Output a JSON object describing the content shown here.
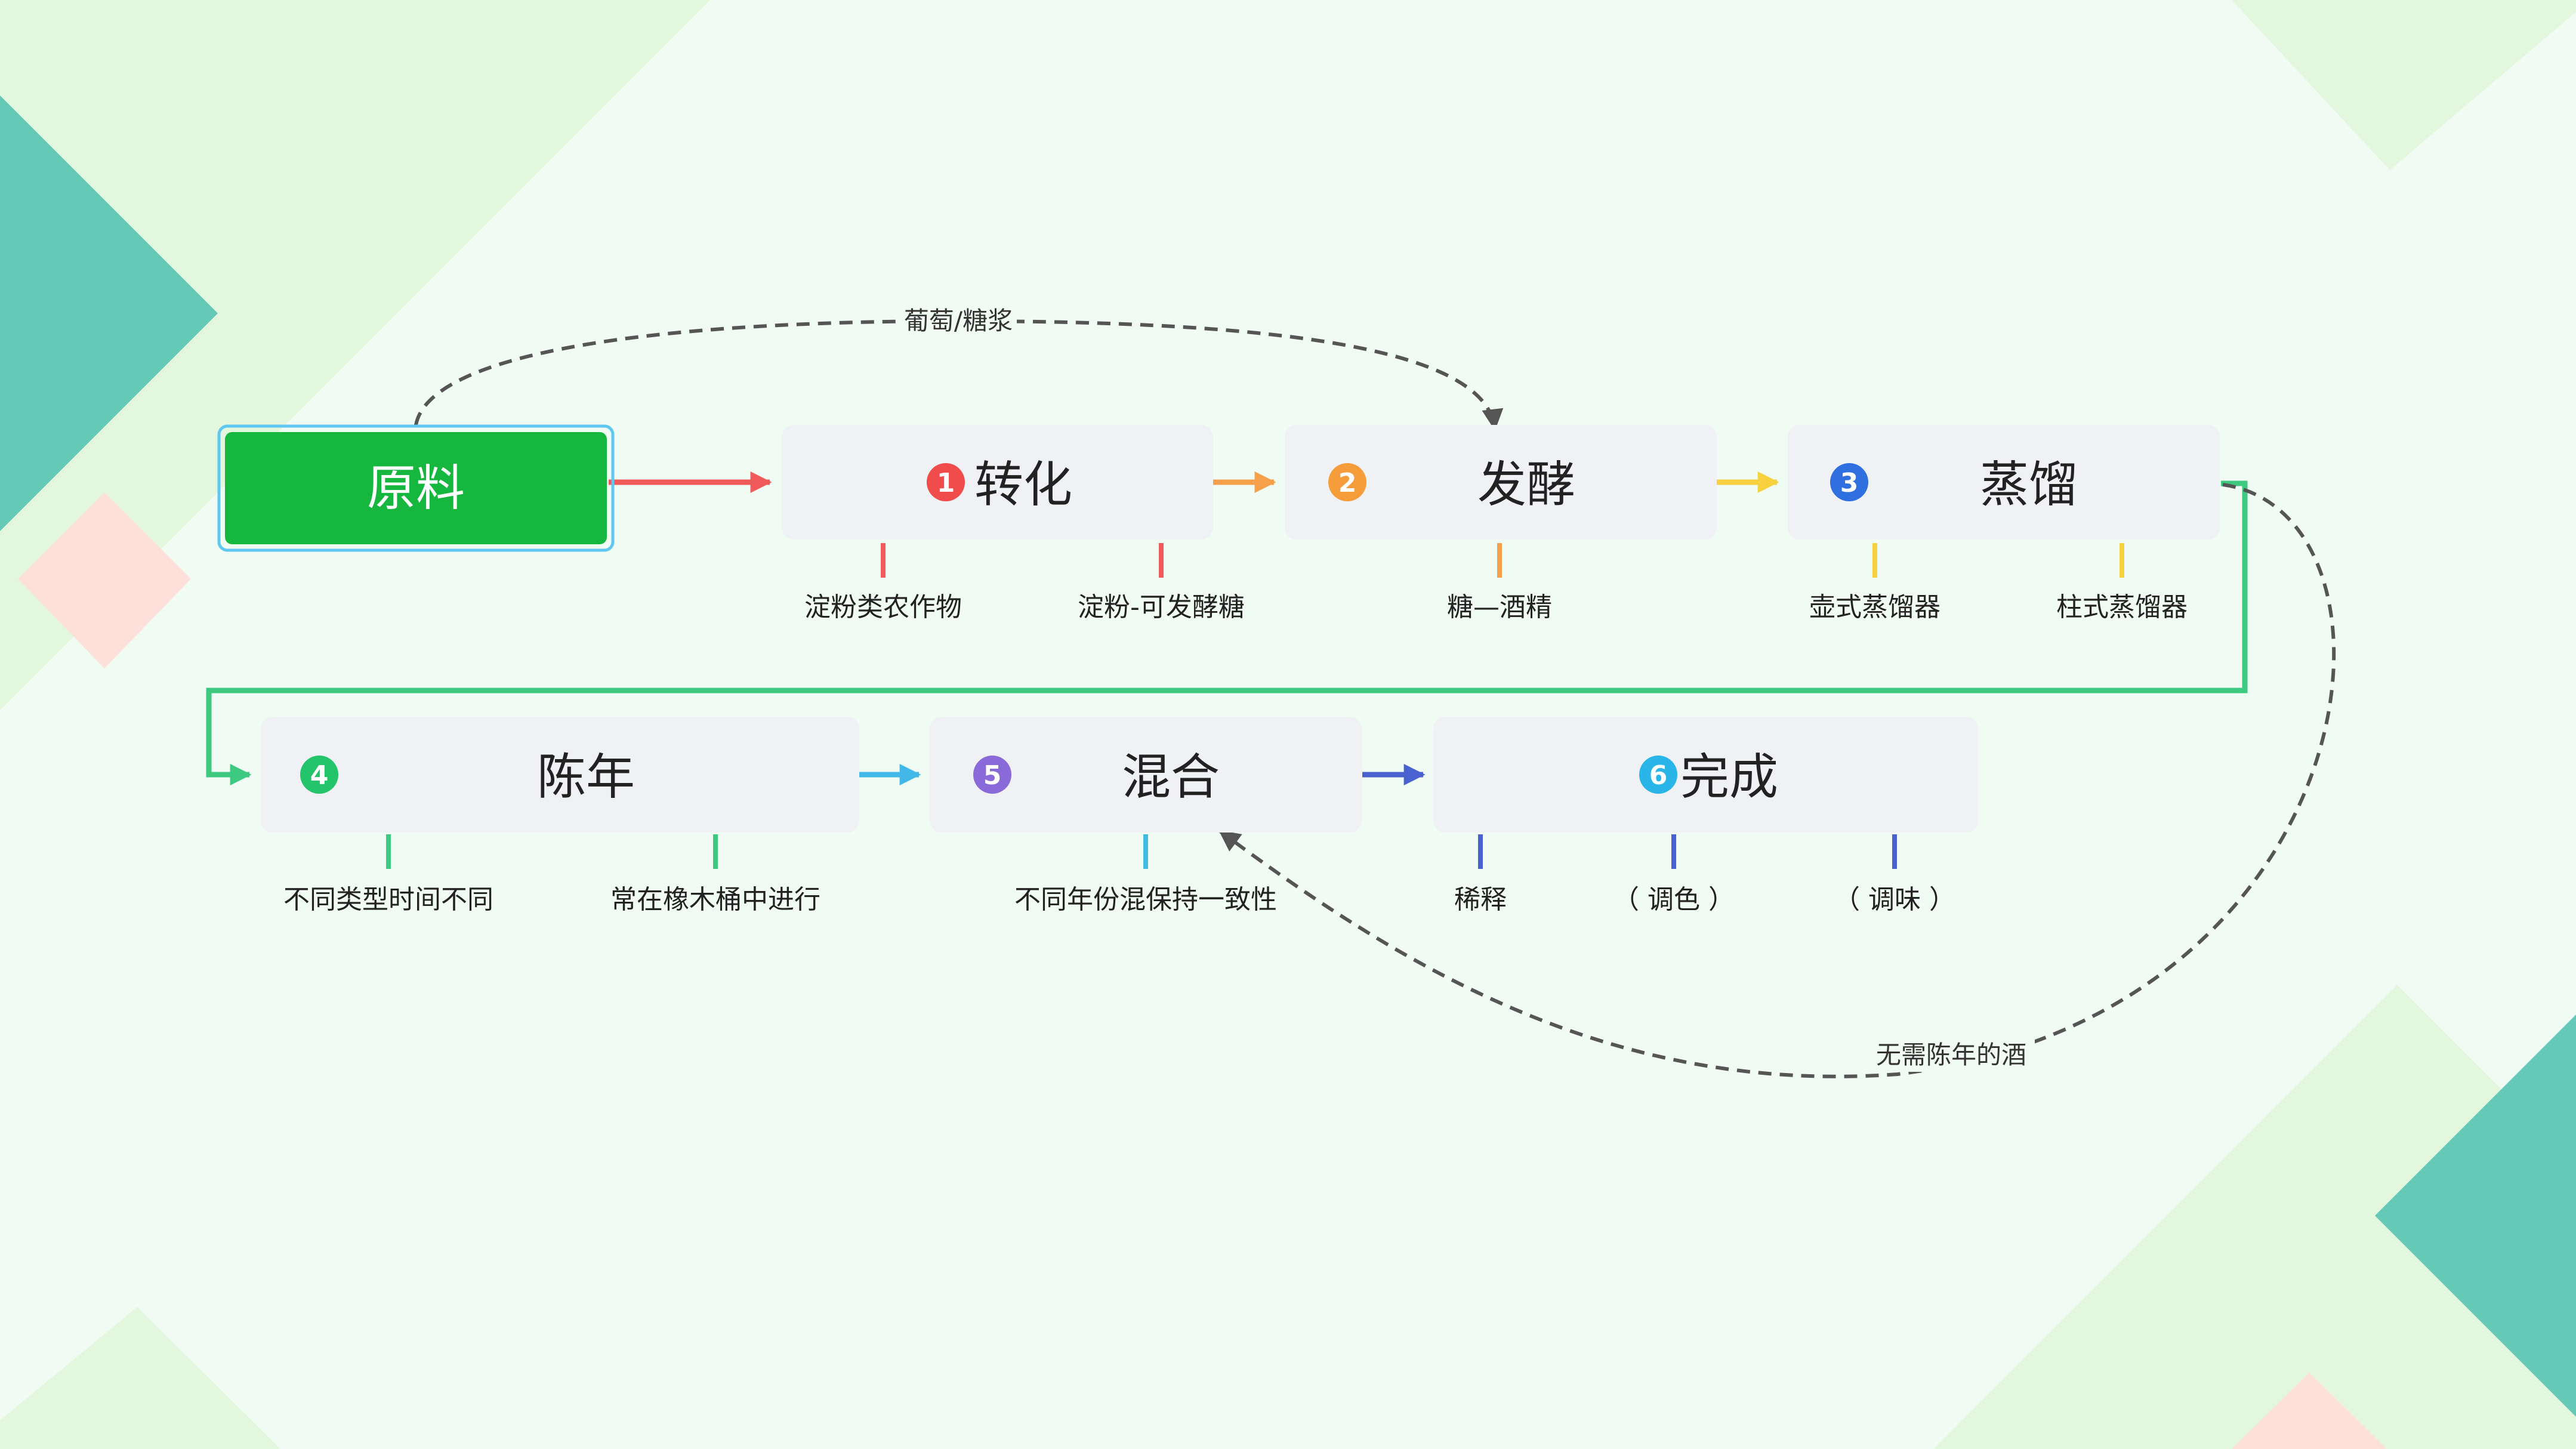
{
  "colors": {
    "background": "#f0fbf3",
    "node_fill": "#eff1f5",
    "start_fill": "#16b73e",
    "start_border": "#5fc7f0",
    "dashed": "#555555",
    "loop_line": "#3ec980",
    "deco_teal": "#65c9b8",
    "deco_light": "#e3f7de",
    "deco_pink": "#fde0da"
  },
  "start": {
    "label": "原料",
    "icon": "none"
  },
  "steps": [
    {
      "num": "1",
      "label": "转化",
      "color": "#f04c4c",
      "subs": [
        "淀粉类农作物",
        "淀粉-可发酵糖"
      ]
    },
    {
      "num": "2",
      "label": "发酵",
      "color": "#f59d3a",
      "subs": [
        "糖—酒精"
      ]
    },
    {
      "num": "3",
      "label": "蒸馏",
      "color": "#2f6fe0",
      "subs": [
        "壶式蒸馏器",
        "柱式蒸馏器"
      ]
    },
    {
      "num": "4",
      "label": "陈年",
      "color": "#23c46a",
      "subs": [
        "不同类型时间不同",
        "常在橡木桶中进行"
      ]
    },
    {
      "num": "5",
      "label": "混合",
      "color": "#8a6ad8",
      "subs": [
        "不同年份混保持一致性"
      ]
    },
    {
      "num": "6",
      "label": "完成",
      "color": "#29b5e8",
      "subs": [
        "稀释",
        "（ 调色 ）",
        "（ 调味 ）"
      ]
    }
  ],
  "edges": {
    "top_dashed_label": "葡萄/糖浆",
    "bottom_dashed_label": "无需陈年的酒",
    "arrow_colors": [
      "#f05a5a",
      "#f5a04a",
      "#f8d13e",
      "#3ec980",
      "#42b8e8",
      "#4a62cf"
    ],
    "sub_line_colors": [
      "#f05a5a",
      "#f5a04a",
      "#f8d13e",
      "#3ec980",
      "#42b8e8",
      "#4a62cf"
    ]
  }
}
